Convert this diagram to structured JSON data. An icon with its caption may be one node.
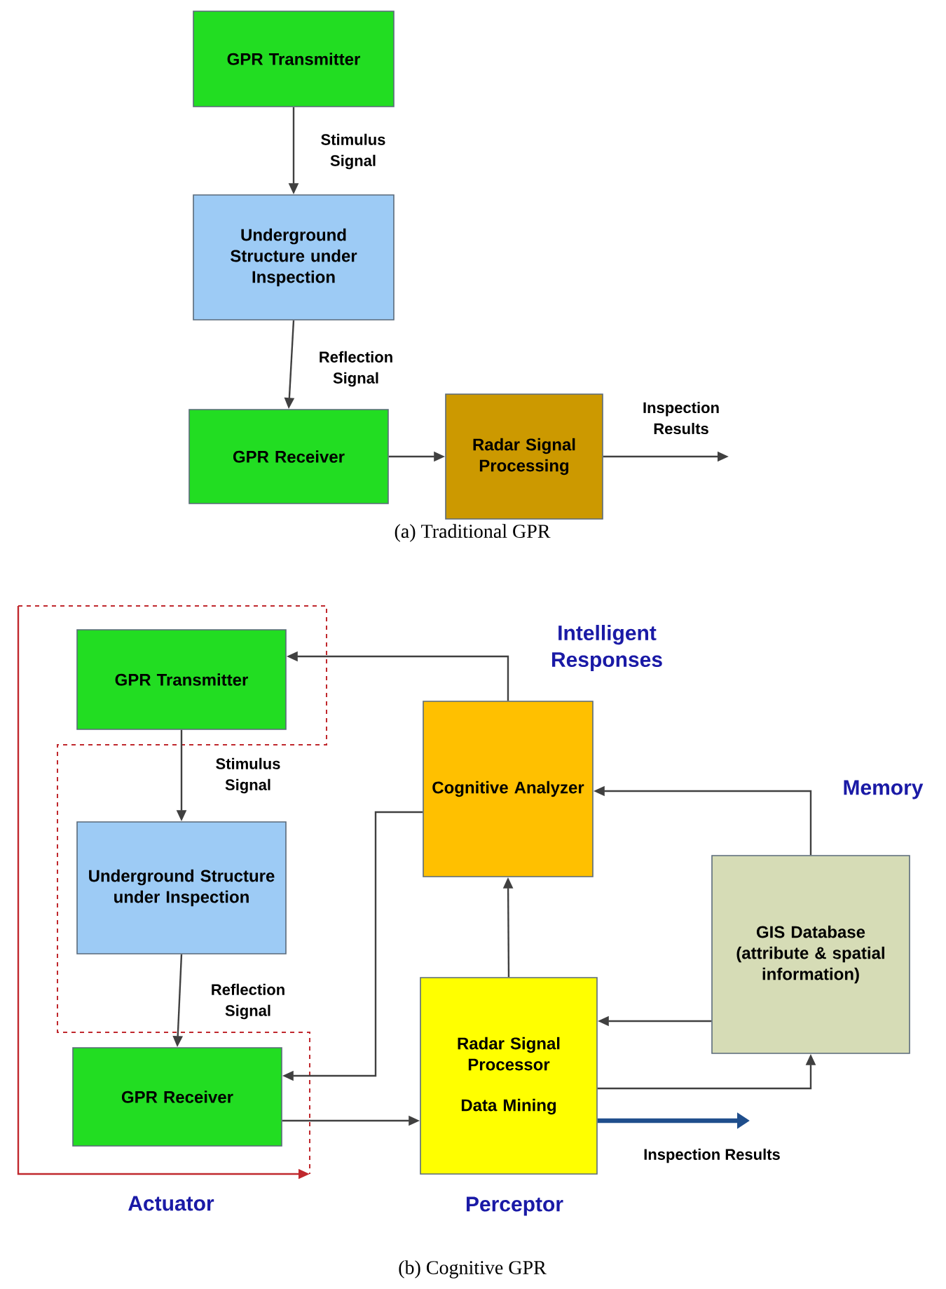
{
  "diagram": {
    "nodes": [
      {
        "text": [
          "GPR Transmitter"
        ]
      },
      {
        "text": [
          "Underground Structure under Inspection"
        ]
      },
      {
        "text": [
          "GPR Receiver"
        ]
      },
      {
        "text": [
          "Radar Signal Processing"
        ]
      },
      {
        "text": [
          "GPR Transmitter"
        ]
      },
      {
        "text": [
          "Underground Structure under Inspection"
        ]
      },
      {
        "text": [
          "GPR Receiver"
        ]
      },
      {
        "text": [
          "Cognitive Analyzer"
        ]
      },
      {
        "text": [
          "Radar Signal Processor",
          "Data Mining"
        ]
      },
      {
        "text": [
          "GIS Database (attribute & spatial information)"
        ]
      }
    ],
    "edges": [
      {
        "from": 0,
        "to": 1,
        "arrow": "to",
        "label": "Stimulus Signal"
      },
      {
        "from": 1,
        "to": 2,
        "arrow": "to",
        "label": "Reflection Signal"
      },
      {
        "from": 2,
        "to": 3,
        "arrow": "to"
      },
      {
        "from": 3,
        "to": null,
        "arrow": "to",
        "label": "Inspection Results"
      },
      {
        "from": 7,
        "to": 4,
        "arrow": "to"
      },
      {
        "from": 4,
        "to": 5,
        "arrow": "to",
        "label": "Stimulus Signal"
      },
      {
        "from": 5,
        "to": 6,
        "arrow": "to",
        "label": "Reflection Signal"
      },
      {
        "from": 7,
        "to": 6,
        "arrow": "to"
      },
      {
        "from": 6,
        "to": 8,
        "arrow": "to"
      },
      {
        "from": 8,
        "to": 7,
        "arrow": "to"
      },
      {
        "from": 9,
        "to": 7,
        "arrow": "to"
      },
      {
        "from": 9,
        "to": 8,
        "arrow": "to"
      },
      {
        "from": 8,
        "to": 9,
        "arrow": "to"
      },
      {
        "from": 8,
        "to": null,
        "arrow": "to",
        "label": "Inspection Results",
        "style": "thick",
        "color": "#1f4e8c"
      }
    ],
    "labels": [
      "(a) Traditional GPR",
      "Intelligent Responses",
      "Memory",
      "Actuator",
      "Perceptor",
      "(b) Cognitive GPR"
    ]
  }
}
